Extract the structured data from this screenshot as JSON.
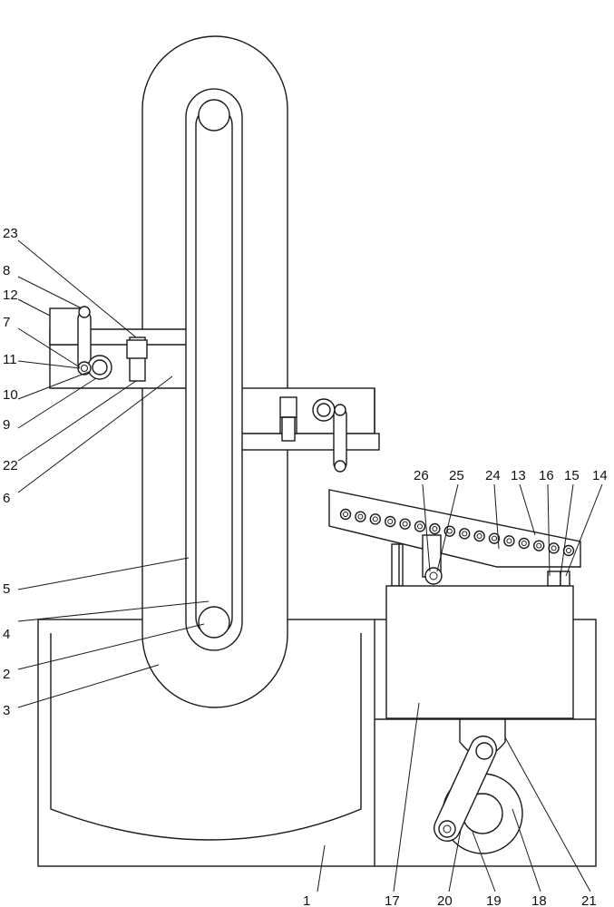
{
  "labels": [
    "1",
    "2",
    "3",
    "4",
    "5",
    "6",
    "7",
    "8",
    "9",
    "10",
    "11",
    "12",
    "13",
    "14",
    "15",
    "16",
    "17",
    "18",
    "19",
    "20",
    "21",
    "22",
    "23",
    "24",
    "25",
    "26"
  ],
  "colors": {
    "line": "#1a1a1a",
    "background": "#ffffff"
  }
}
